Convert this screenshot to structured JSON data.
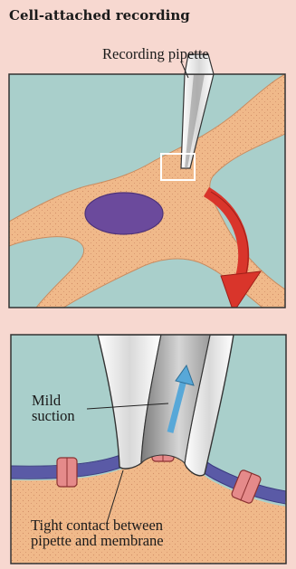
{
  "title": "Cell-attached recording",
  "labels": {
    "recording_pipette": "Recording pipette",
    "mild_suction_line1": "Mild",
    "mild_suction_line2": "suction",
    "tight_contact_line1": "Tight contact between",
    "tight_contact_line2": "pipette and membrane"
  },
  "colors": {
    "background": "#f7d8d0",
    "extracellular": "#a9cfcb",
    "cell_body": "#f0b98a",
    "nucleus": "#6b4a9c",
    "membrane": "#5a5aa6",
    "ion_channel": "#e58a8a",
    "arrow_red": "#d9352b",
    "suction_arrow": "#58a8d8",
    "pipette": "#f2f2f2"
  }
}
